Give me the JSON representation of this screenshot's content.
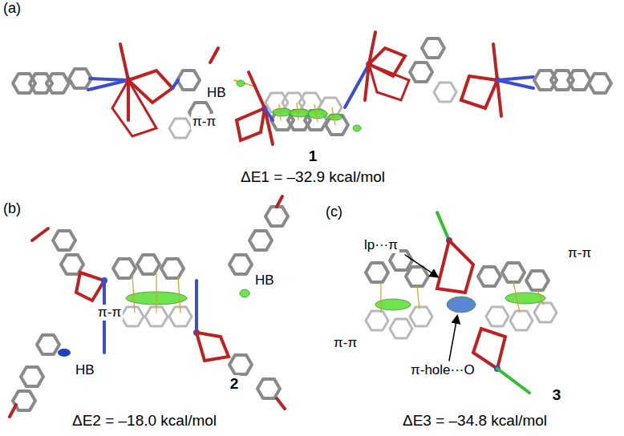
{
  "diagram": {
    "labels": [
      "(a)",
      "HB",
      "π-π",
      "1",
      "ΔE1 = –32.9 kcal/mol",
      "(b)",
      "π-π",
      "HB",
      "HB",
      "2",
      "ΔE2 = –18.0 kcal/mol",
      "(c)",
      "lp···π",
      "π-π",
      "π-π",
      "π-hole···O",
      "3",
      "ΔE3 = –34.8 kcal/mol"
    ]
  }
}
